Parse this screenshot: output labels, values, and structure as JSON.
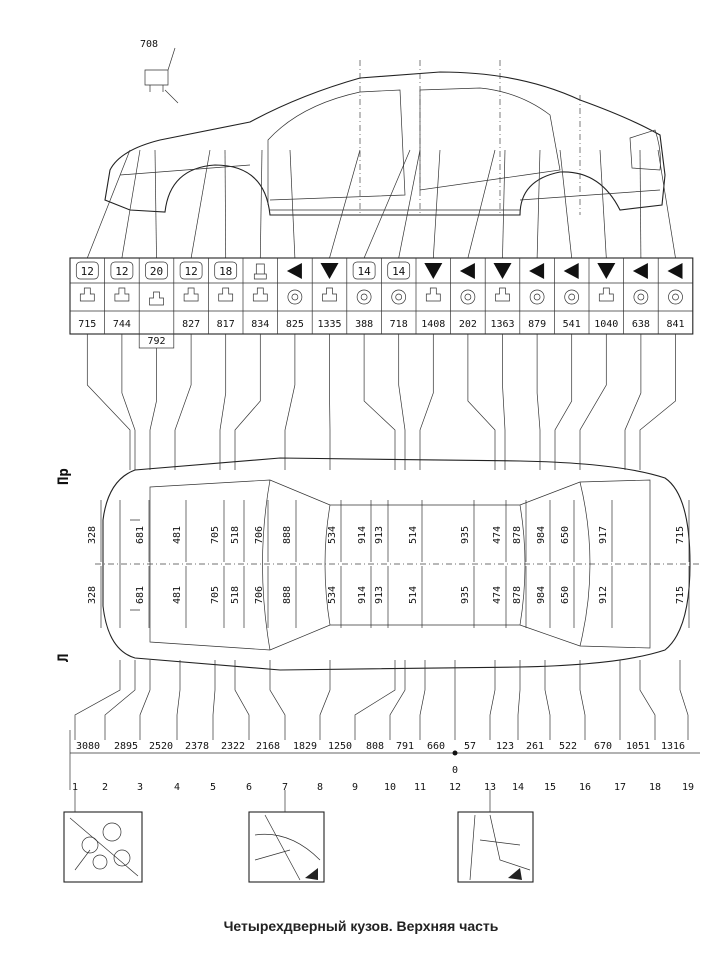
{
  "callout": "708",
  "side_labels": {
    "right": "Пр",
    "left": "Л"
  },
  "symbols": [
    "12",
    "12",
    "20",
    "12",
    "18",
    "stud",
    "tri-left",
    "tri-down",
    "14",
    "14",
    "tri-down",
    "tri-left",
    "tri-down",
    "tri-left",
    "tri-left",
    "tri-down",
    "tri-left",
    "tri-left"
  ],
  "symbol_lower": [
    "bolt",
    "bolt",
    "bolt",
    "bolt",
    "bolt",
    "bolt",
    "ring",
    "bolt",
    "ring",
    "ring",
    "bolt",
    "ring",
    "bolt",
    "ring",
    "ring",
    "bolt",
    "ring",
    "ring"
  ],
  "heights": [
    "715",
    "744",
    "",
    "827",
    "817",
    "834",
    "825",
    "1335",
    "388",
    "718",
    "1408",
    "202",
    "1363",
    "879",
    "541",
    "1040",
    "638",
    "841"
  ],
  "height_extra": "792",
  "widths_right": [
    "328",
    "681",
    "481",
    "705",
    "518",
    "706",
    "888",
    "534",
    "914",
    "913",
    "514",
    "935",
    "474",
    "878",
    "984",
    "650",
    "917",
    "715"
  ],
  "widths_left": [
    "328",
    "681",
    "481",
    "705",
    "518",
    "706",
    "888",
    "534",
    "914",
    "913",
    "514",
    "935",
    "474",
    "878",
    "984",
    "650",
    "912",
    "715"
  ],
  "lengths": [
    "3080",
    "2895",
    "2520",
    "2378",
    "2322",
    "2168",
    "1829",
    "1250",
    "808",
    "791",
    "660",
    "57",
    "123",
    "261",
    "522",
    "670",
    "1051",
    "1316"
  ],
  "zero_label": "0",
  "point_numbers": [
    "1",
    "2",
    "3",
    "4",
    "5",
    "6",
    "7",
    "8",
    "9",
    "10",
    "11",
    "12",
    "13",
    "14",
    "15",
    "16",
    "17",
    "18",
    "19"
  ],
  "caption": "Четырехдверный кузов. Верхняя часть"
}
